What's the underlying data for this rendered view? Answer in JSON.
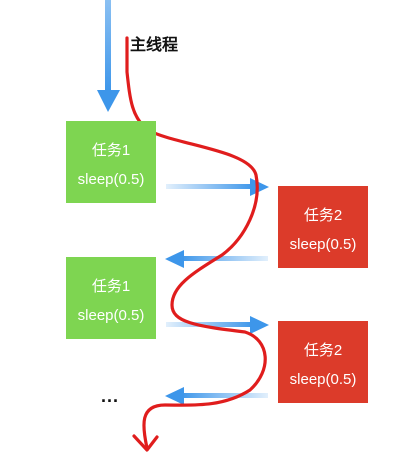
{
  "main_thread_label": "主线程",
  "tasks": [
    {
      "name": "任务1",
      "call": "sleep(0.5)",
      "color": "#7ed551"
    },
    {
      "name": "任务2",
      "call": "sleep(0.5)",
      "color": "#dc3b2a"
    },
    {
      "name": "任务1",
      "call": "sleep(0.5)",
      "color": "#7ed551"
    },
    {
      "name": "任务2",
      "call": "sleep(0.5)",
      "color": "#dc3b2a"
    }
  ],
  "ellipsis": "...",
  "colors": {
    "arrow": "#3d96ea",
    "thread_line": "#e01d1d"
  }
}
